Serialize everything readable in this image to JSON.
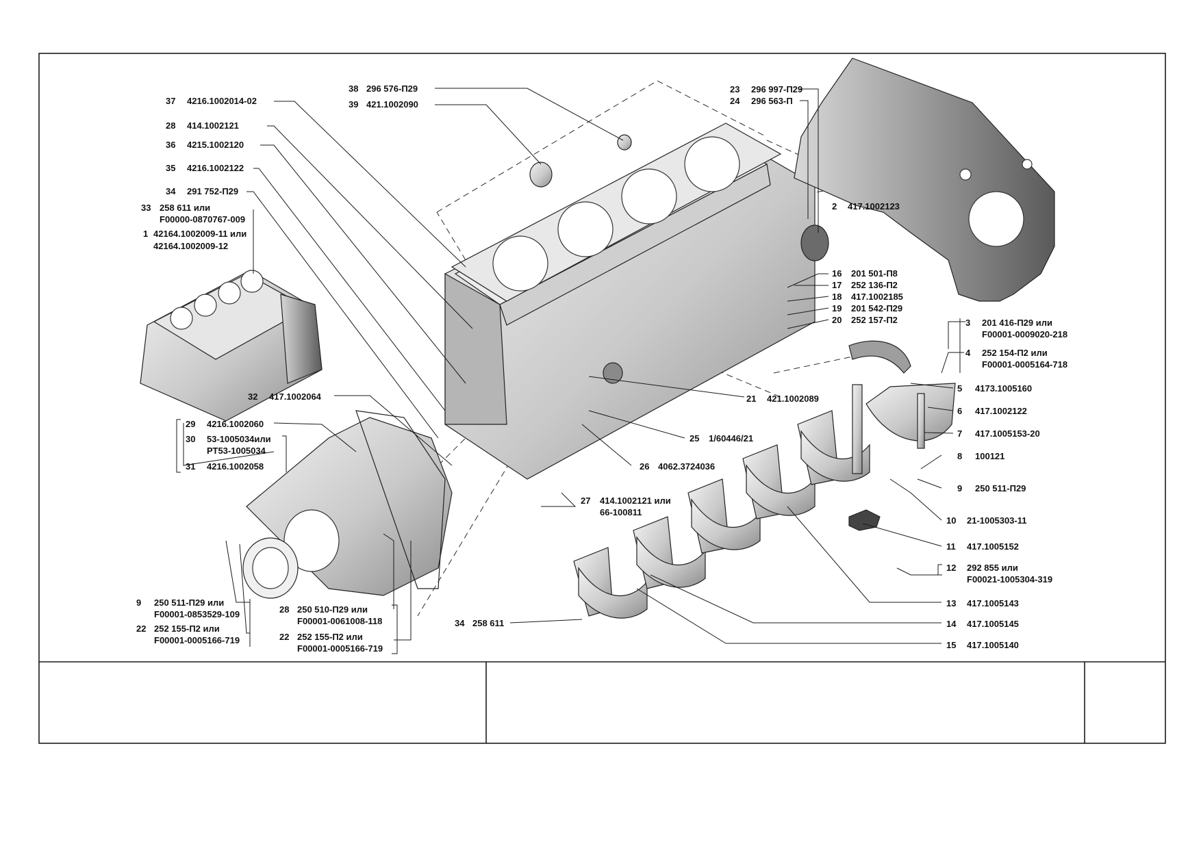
{
  "callouts": [
    {
      "num": "38",
      "code": "296 576-П29"
    },
    {
      "num": "39",
      "code": "421.1002090"
    },
    {
      "num": "37",
      "code": "4216.1002014-02"
    },
    {
      "num": "28",
      "code": "414.1002121"
    },
    {
      "num": "36",
      "code": "4215.1002120"
    },
    {
      "num": "35",
      "code": "4216.1002122"
    },
    {
      "num": "34",
      "code": "291 752-П29"
    },
    {
      "num": "33",
      "code": "258 611 или",
      "code2": "F00000-0870767-009"
    },
    {
      "num": "1",
      "code": "42164.1002009-11 или",
      "code2": "42164.1002009-12"
    },
    {
      "num": "23",
      "code": "296 997-П29"
    },
    {
      "num": "24",
      "code": "296 563-П"
    },
    {
      "num": "2",
      "code": "417.1002123"
    },
    {
      "num": "16",
      "code": "201 501-П8"
    },
    {
      "num": "17",
      "code": "252 136-П2"
    },
    {
      "num": "18",
      "code": "417.1002185"
    },
    {
      "num": "19",
      "code": "201 542-П29"
    },
    {
      "num": "20",
      "code": "252 157-П2"
    },
    {
      "num": "3",
      "code": "201 416-П29 или",
      "code2": "F00001-0009020-218"
    },
    {
      "num": "4",
      "code": "252 154-П2 или",
      "code2": "F00001-0005164-718"
    },
    {
      "num": "5",
      "code": "4173.1005160"
    },
    {
      "num": "6",
      "code": "417.1002122"
    },
    {
      "num": "7",
      "code": "417.1005153-20"
    },
    {
      "num": "8",
      "code": "100121"
    },
    {
      "num": "9",
      "code": "250 511-П29"
    },
    {
      "num": "10",
      "code": "21-1005303-11"
    },
    {
      "num": "11",
      "code": "417.1005152"
    },
    {
      "num": "12",
      "code": "292 855 или",
      "code2": "F00021-1005304-319"
    },
    {
      "num": "13",
      "code": "417.1005143"
    },
    {
      "num": "14",
      "code": "417.1005145"
    },
    {
      "num": "15",
      "code": "417.1005140"
    },
    {
      "num": "21",
      "code": "421.1002089"
    },
    {
      "num": "25",
      "code": "1/60446/21"
    },
    {
      "num": "26",
      "code": "4062.3724036"
    },
    {
      "num": "27",
      "code": "414.1002121 или",
      "code2": "66-100811"
    },
    {
      "num": "32",
      "code": "417.1002064"
    },
    {
      "num": "29",
      "code": "4216.1002060"
    },
    {
      "num": "30",
      "code": "53-1005034или",
      "code2": "РТ53-1005034"
    },
    {
      "num": "31",
      "code": "4216.1002058"
    },
    {
      "num": "9",
      "code": "250 511-П29 или",
      "code2": "F00001-0853529-109"
    },
    {
      "num": "22",
      "code": "252 155-П2 или",
      "code2": "F00001-0005166-719"
    },
    {
      "num": "28",
      "code": "250 510-П29 или",
      "code2": "F00001-0061008-118"
    },
    {
      "num": "22",
      "code": "252 155-П2 или",
      "code2": "F00001-0005166-719"
    },
    {
      "num": "34",
      "code": "258 611"
    }
  ]
}
